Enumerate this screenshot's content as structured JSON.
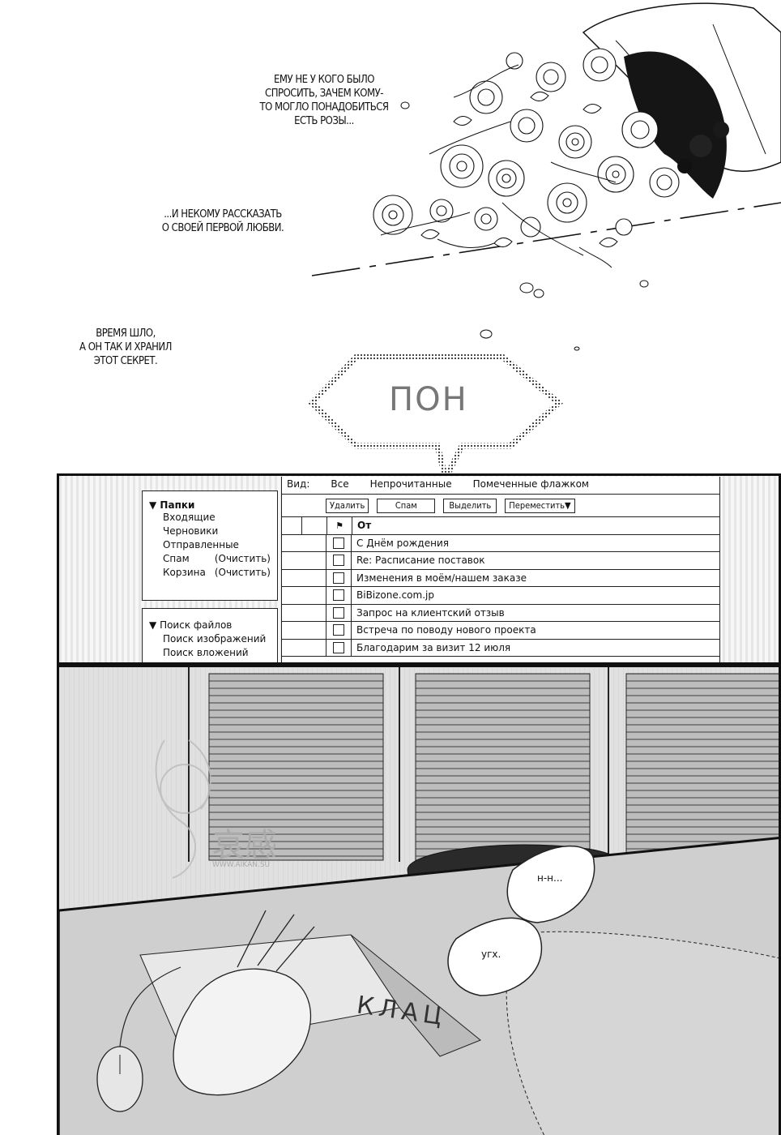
{
  "narration": {
    "line1": [
      "ЕМУ НЕ У КОГО БЫЛО",
      "СПРОСИТЬ, ЗАЧЕМ КОМУ-",
      "ТО МОГЛО ПОНАДОБИТЬСЯ",
      "ЕСТЬ РОЗЫ..."
    ],
    "line2": [
      "...И НЕКОМУ РАССКАЗАТЬ",
      "О СВОЕЙ ПЕРВОЙ ЛЮБВИ."
    ],
    "line3": [
      "ВРЕМЯ ШЛО,",
      "А ОН ТАК И ХРАНИЛ",
      "ЭТОТ СЕКРЕТ."
    ]
  },
  "sfx": {
    "pon": "ПОН",
    "klac": "КЛАЦ"
  },
  "email_client": {
    "folders": {
      "title": "Папки",
      "items": [
        {
          "label": "Входящие",
          "action": ""
        },
        {
          "label": "Черновики",
          "action": ""
        },
        {
          "label": "Отправленные",
          "action": ""
        },
        {
          "label": "Спам",
          "action": "(Очистить)"
        },
        {
          "label": "Корзина",
          "action": "(Очистить)"
        }
      ]
    },
    "search": {
      "title": "Поиск файлов",
      "items": [
        "Поиск изображений",
        "Поиск вложений"
      ]
    },
    "view": {
      "label": "Вид:",
      "options": [
        "Все",
        "Непрочитанные",
        "Помеченные флажком"
      ]
    },
    "toolbar": {
      "delete": "Удалить",
      "spam": "Спам",
      "mark": "Выделить",
      "move": "Переместить"
    },
    "header": {
      "from": "От"
    },
    "messages": [
      "С Днём рождения",
      "Re: Расписание поставок",
      "Изменения в моём/нашем заказе",
      "BiBizone.com.jp",
      "Запрос на клиентский отзыв",
      "Встреча по поводу нового проекта",
      "Благодарим за визит 12 июля"
    ]
  },
  "speech": {
    "bubble1": "н-н...",
    "bubble2": "угх."
  },
  "watermark": {
    "text": "哀感",
    "url": "WWW.AIKAN.SU"
  }
}
